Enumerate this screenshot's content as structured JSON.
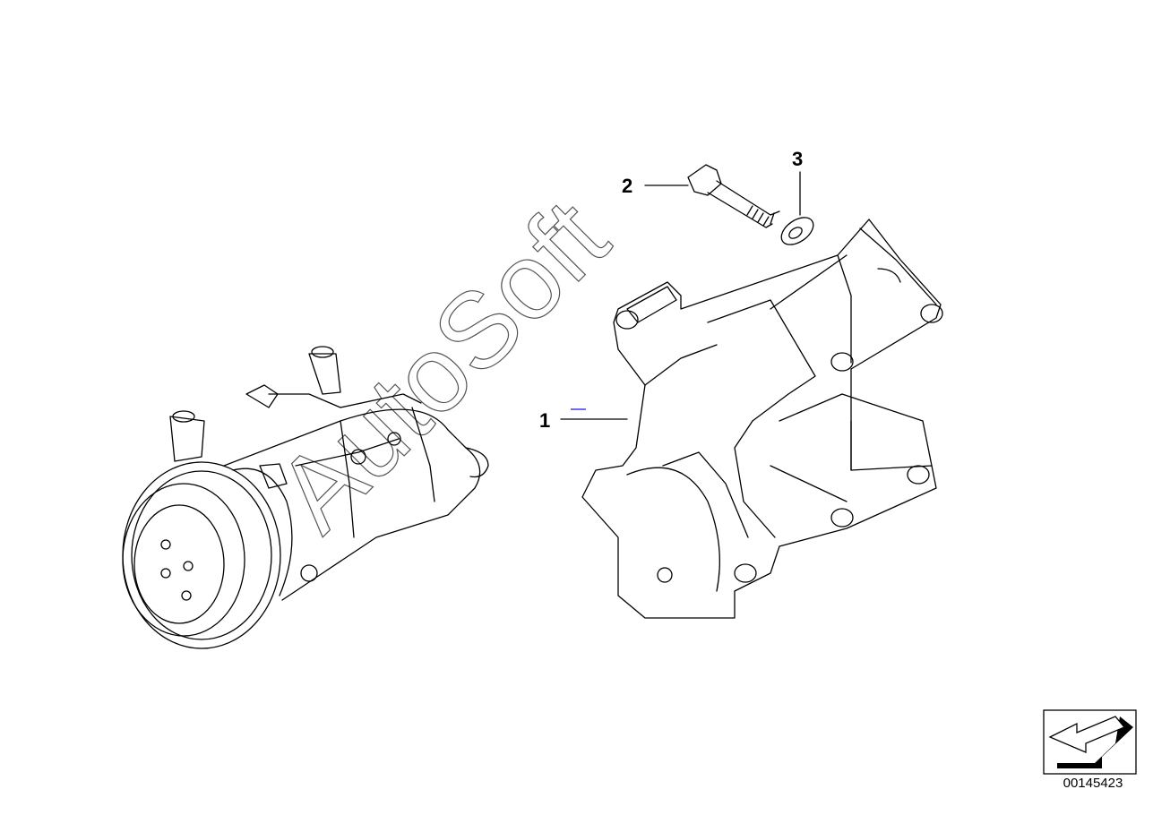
{
  "callouts": [
    {
      "label": "1",
      "part": "mounting bracket"
    },
    {
      "label": "2",
      "part": "hex bolt"
    },
    {
      "label": "3",
      "part": "washer"
    }
  ],
  "watermark": "AutoSoft",
  "document_number": "00145423",
  "colors": {
    "line": "#000000",
    "background": "#ffffff",
    "marker": "#6a6aff"
  }
}
